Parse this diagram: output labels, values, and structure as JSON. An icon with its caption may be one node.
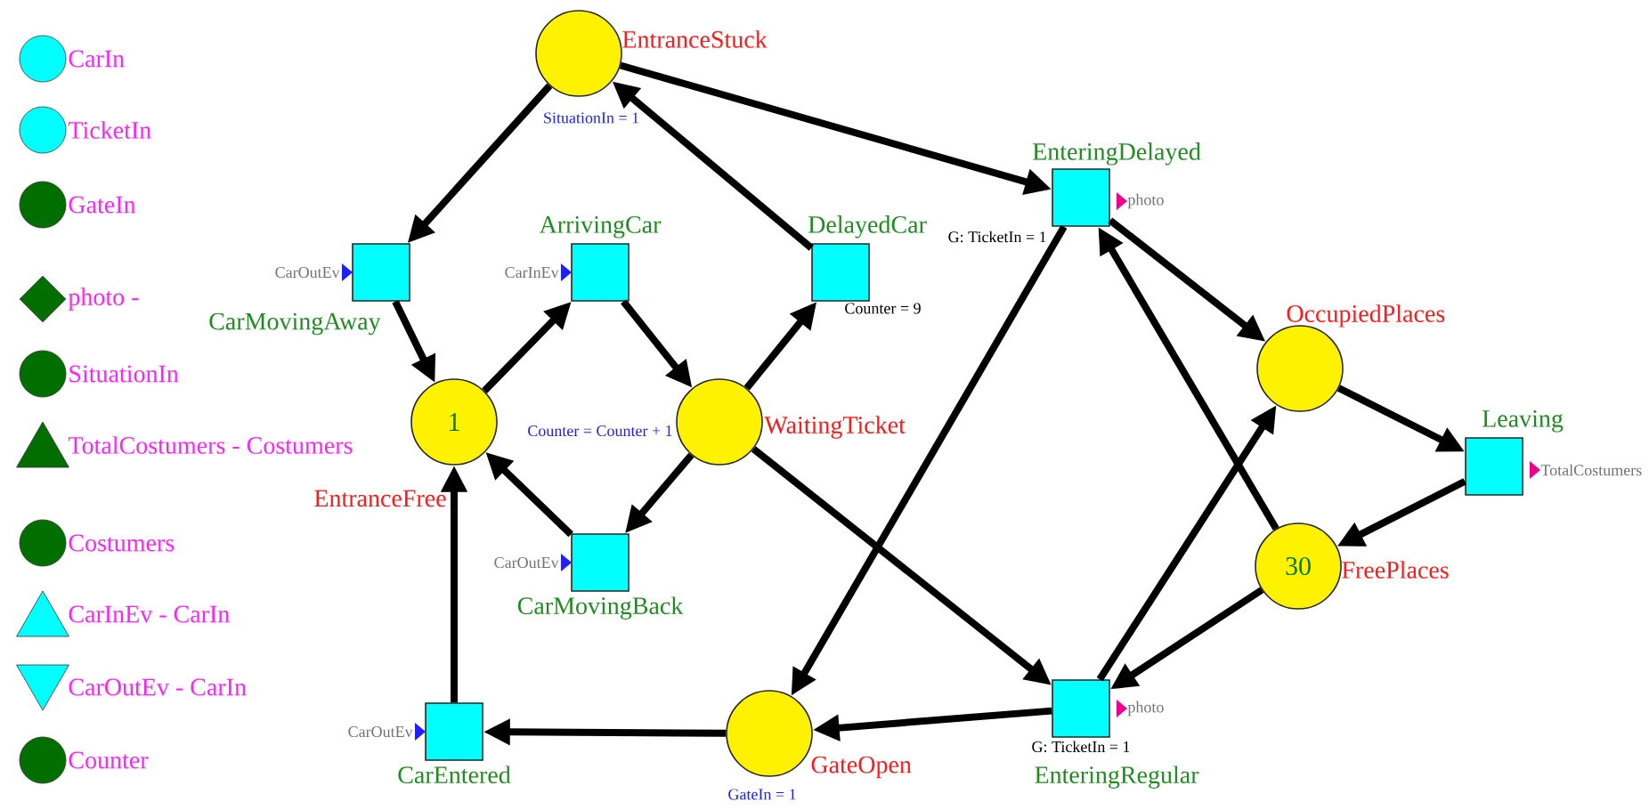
{
  "diagram": {
    "nodes": [
      {
        "text": [
          "EntranceStuck"
        ],
        "beside": [
          "SituationIn = 1"
        ]
      },
      {
        "text": [
          "1",
          "EntranceFree"
        ]
      },
      {
        "text": [
          "WaitingTicket"
        ],
        "beside": [
          "Counter = Counter + 1"
        ]
      },
      {
        "text": [
          "GateOpen"
        ],
        "beside": [
          "GateIn = 1"
        ]
      },
      {
        "text": [
          "OccupiedPlaces"
        ]
      },
      {
        "text": [
          "30",
          "FreePlaces"
        ]
      },
      {
        "text": [
          "CarMovingAway"
        ],
        "beside": [
          "CarOutEv"
        ]
      },
      {
        "text": [
          "ArrivingCar"
        ],
        "beside": [
          "CarInEv"
        ]
      },
      {
        "text": [
          "DelayedCar"
        ],
        "beside": [
          "Counter = 9"
        ]
      },
      {
        "text": [
          "CarMovingBack"
        ],
        "beside": [
          "CarOutEv"
        ]
      },
      {
        "text": [
          "CarEntered"
        ],
        "beside": [
          "CarOutEv"
        ]
      },
      {
        "text": [
          "EnteringDelayed"
        ],
        "beside": [
          "photo",
          "G: TicketIn = 1"
        ]
      },
      {
        "text": [
          "EnteringRegular"
        ],
        "beside": [
          "photo",
          "G: TicketIn = 1"
        ]
      },
      {
        "text": [
          "Leaving"
        ],
        "beside": [
          "TotalCostumers"
        ]
      }
    ],
    "edges": [
      {
        "from": 0,
        "to": 6,
        "arrow": "to"
      },
      {
        "from": 6,
        "to": 1,
        "arrow": "to"
      },
      {
        "from": 1,
        "to": 7,
        "arrow": "to"
      },
      {
        "from": 7,
        "to": 2,
        "arrow": "to"
      },
      {
        "from": 2,
        "to": 8,
        "arrow": "to"
      },
      {
        "from": 8,
        "to": 0,
        "arrow": "to"
      },
      {
        "from": 2,
        "to": 9,
        "arrow": "to"
      },
      {
        "from": 9,
        "to": 1,
        "arrow": "to"
      },
      {
        "from": 10,
        "to": 1,
        "arrow": "to"
      },
      {
        "from": 3,
        "to": 10,
        "arrow": "to"
      },
      {
        "from": 0,
        "to": 11,
        "arrow": "to"
      },
      {
        "from": 11,
        "to": 3,
        "arrow": "to"
      },
      {
        "from": 2,
        "to": 12,
        "arrow": "to"
      },
      {
        "from": 12,
        "to": 3,
        "arrow": "to"
      },
      {
        "from": 11,
        "to": 4,
        "arrow": "to"
      },
      {
        "from": 12,
        "to": 4,
        "arrow": "to"
      },
      {
        "from": 5,
        "to": 11,
        "arrow": "to"
      },
      {
        "from": 5,
        "to": 12,
        "arrow": "to"
      },
      {
        "from": 4,
        "to": 13,
        "arrow": "to"
      },
      {
        "from": 13,
        "to": 5,
        "arrow": "to"
      }
    ],
    "legend": [
      {
        "text": "CarIn",
        "color": "#00ffff"
      },
      {
        "text": "TicketIn",
        "color": "#00ffff"
      },
      {
        "text": "GateIn",
        "color": "#006f00"
      },
      {
        "text": "photo -",
        "color": "#006f00"
      },
      {
        "text": "SituationIn",
        "color": "#006f00"
      },
      {
        "text": "TotalCostumers - Costumers",
        "color": "#006f00"
      },
      {
        "text": "Costumers",
        "color": "#006f00"
      },
      {
        "text": "CarInEv - CarIn",
        "color": "#00ffff"
      },
      {
        "text": "CarOutEv - CarIn",
        "color": "#00ffff"
      },
      {
        "text": "Counter",
        "color": "#006f00"
      }
    ]
  }
}
